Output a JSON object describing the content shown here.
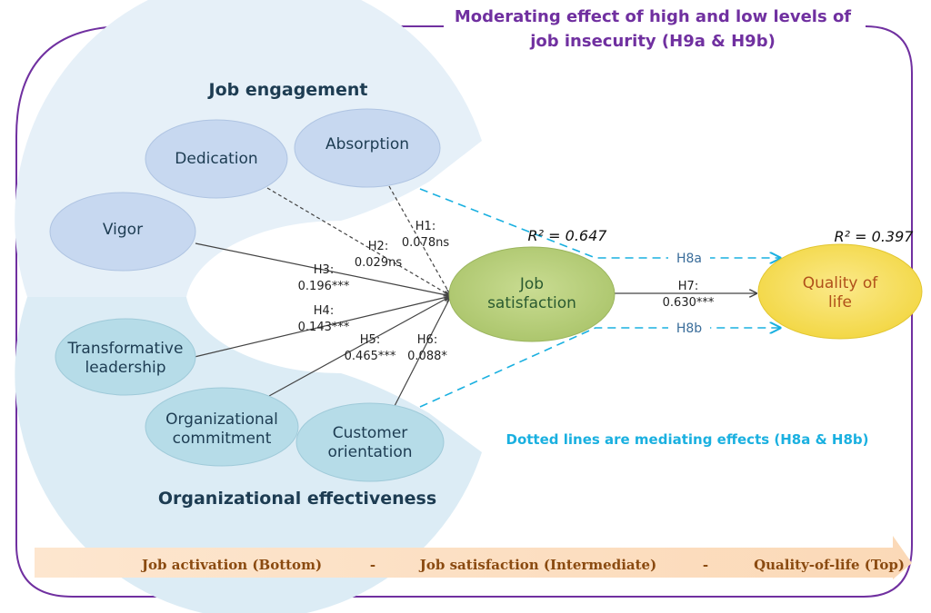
{
  "moderation": {
    "title_line1": "Moderating effect of high and low levels of",
    "title_line2": "job insecurity (H9a & H9b)",
    "color": "#7030a0"
  },
  "groups": {
    "job_engagement": "Job engagement",
    "organizational_effectiveness": "Organizational effectiveness"
  },
  "nodes": {
    "dedication": "Dedication",
    "absorption": "Absorption",
    "vigor": "Vigor",
    "transformative_leadership": [
      "Transformative",
      "leadership"
    ],
    "organizational_commitment": [
      "Organizational",
      "commitment"
    ],
    "customer_orientation": [
      "Customer",
      "orientation"
    ],
    "job_satisfaction": [
      "Job",
      "satisfaction"
    ],
    "quality_of_life": [
      "Quality of",
      "life"
    ]
  },
  "paths": {
    "h1": [
      "H1:",
      "0.078ns"
    ],
    "h2": [
      "H2:",
      "0.029ns"
    ],
    "h3": [
      "H3:",
      "0.196***"
    ],
    "h4": [
      "H4:",
      "0.143***"
    ],
    "h5": [
      "H5:",
      "0.465***"
    ],
    "h6": [
      "H6:",
      "0.088*"
    ],
    "h7": [
      "H7:",
      "0.630***"
    ]
  },
  "r_squared": {
    "job_satisfaction": "R² = 0.647",
    "quality_of_life": "R² = 0.397"
  },
  "mediation": {
    "h8a": "H8a",
    "h8b": "H8b",
    "note": "Dotted lines are mediating effects (H8a & H8b)",
    "color": "#1ab0e0"
  },
  "bottom_bar": {
    "item1": "Job activation (Bottom)",
    "sep1": "-",
    "item2": "Job satisfaction (Intermediate)",
    "sep2": "-",
    "item3": "Quality-of-life (Top)"
  }
}
